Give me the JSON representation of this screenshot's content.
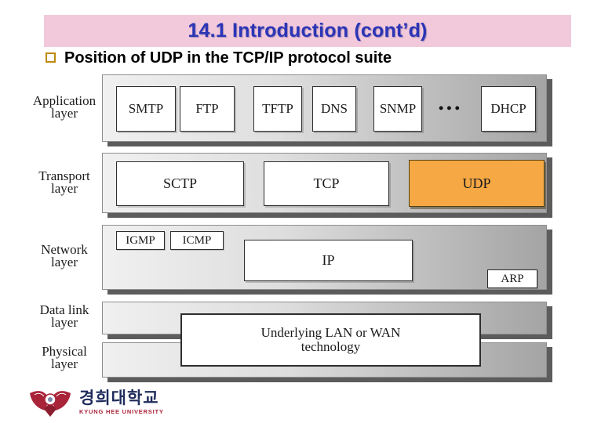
{
  "header": {
    "title": "14.1 Introduction (cont’d)",
    "bullet": "Position of UDP in the TCP/IP protocol suite"
  },
  "colors": {
    "title_bg": "#F2C9DB",
    "title_fg": "#2B35B5",
    "bullet_square": "#BF8A0D",
    "udp_highlight": "#F5A843",
    "bar_gradient_light": "#F0F0F0",
    "bar_gradient_dark": "#A4A4A4",
    "bar_shadow": "#5C5C5C",
    "logo_red": "#A92339",
    "logo_navy": "#1F2C5C"
  },
  "diagram": {
    "layers": [
      {
        "l1": "Application",
        "l2": "layer"
      },
      {
        "l1": "Transport",
        "l2": "layer"
      },
      {
        "l1": "Network",
        "l2": "layer"
      },
      {
        "l1": "Data link",
        "l2": "layer"
      },
      {
        "l1": "Physical",
        "l2": "layer"
      }
    ],
    "application": {
      "boxes": [
        "SMTP",
        "FTP",
        "TFTP",
        "DNS",
        "SNMP",
        "DHCP"
      ],
      "dots": "•••"
    },
    "transport": {
      "boxes": [
        "SCTP",
        "TCP",
        "UDP"
      ],
      "highlighted": "UDP"
    },
    "network": {
      "top_boxes": [
        "IGMP",
        "ICMP"
      ],
      "ip": "IP",
      "arp": "ARP"
    },
    "lanwan": {
      "line1": "Underlying LAN or WAN",
      "line2": "technology"
    }
  },
  "logo": {
    "korean": "경희대학교",
    "english": "KYUNG HEE UNIVERSITY"
  }
}
